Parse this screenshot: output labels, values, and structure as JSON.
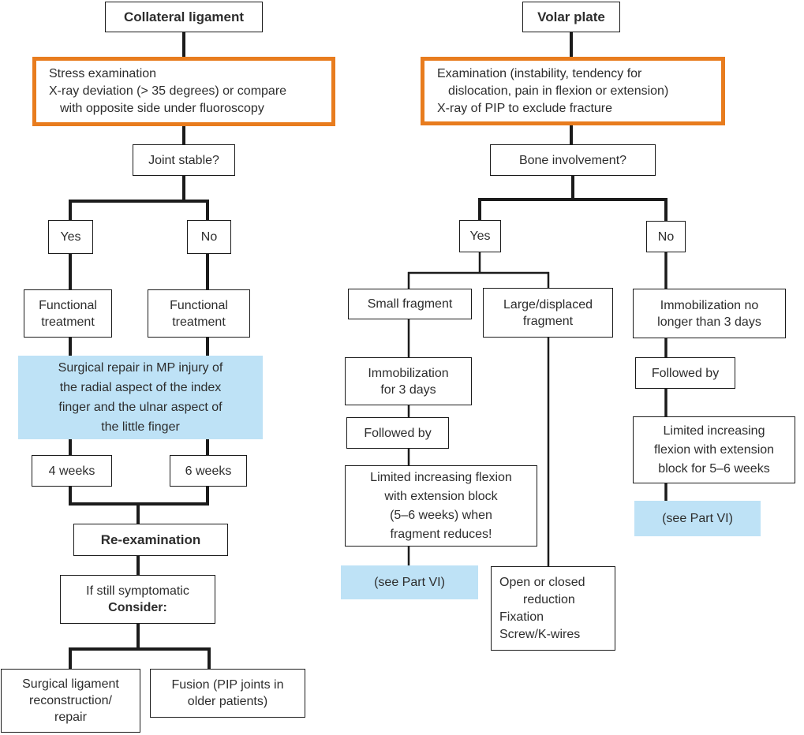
{
  "colors": {
    "accent_orange": "#e87c1e",
    "highlight_blue": "#bee2f6",
    "line_black": "#1b1b1b"
  },
  "cl": {
    "title": "Collateral ligament",
    "exam": [
      "Stress examination",
      "X-ray deviation (> 35 degrees) or compare",
      "with opposite side under fluoroscopy"
    ],
    "question": "Joint stable?",
    "yes": "Yes",
    "no": "No",
    "functional": [
      "Functional",
      "treatment"
    ],
    "surgical_note": [
      "Surgical repair in MP injury of",
      "the radial aspect of the index",
      "finger and the ulnar aspect of",
      "the little finger"
    ],
    "weeks4": "4 weeks",
    "weeks6": "6 weeks",
    "reexamination": "Re-examination",
    "symptomatic": "If still symptomatic",
    "consider": "Consider:",
    "reconstruction": [
      "Surgical ligament",
      "reconstruction/",
      "repair"
    ],
    "fusion": [
      "Fusion (PIP joints in",
      "older patients)"
    ]
  },
  "vp": {
    "title": "Volar plate",
    "exam": [
      "Examination (instability, tendency for",
      "dislocation, pain in flexion or extension)",
      "X-ray of PIP to exclude fracture"
    ],
    "question": "Bone involvement?",
    "yes": "Yes",
    "no": "No",
    "small_fragment": "Small fragment",
    "large_fragment": [
      "Large/displaced",
      "fragment"
    ],
    "immobilization_no": [
      "Immobilization no",
      "longer than 3 days"
    ],
    "immobilization_3": [
      "Immobilization",
      "for 3 days"
    ],
    "followed_by": "Followed by",
    "limited_small": [
      "Limited increasing flexion",
      "with extension block",
      "(5–6 weeks) when",
      "fragment reduces!"
    ],
    "see_part": "(see Part VI)",
    "open_reduction": [
      "Open or closed",
      "reduction",
      "Fixation",
      "Screw/K-wires"
    ],
    "limited_no": [
      "Limited increasing",
      "flexion with extension",
      "block for 5–6 weeks"
    ]
  }
}
